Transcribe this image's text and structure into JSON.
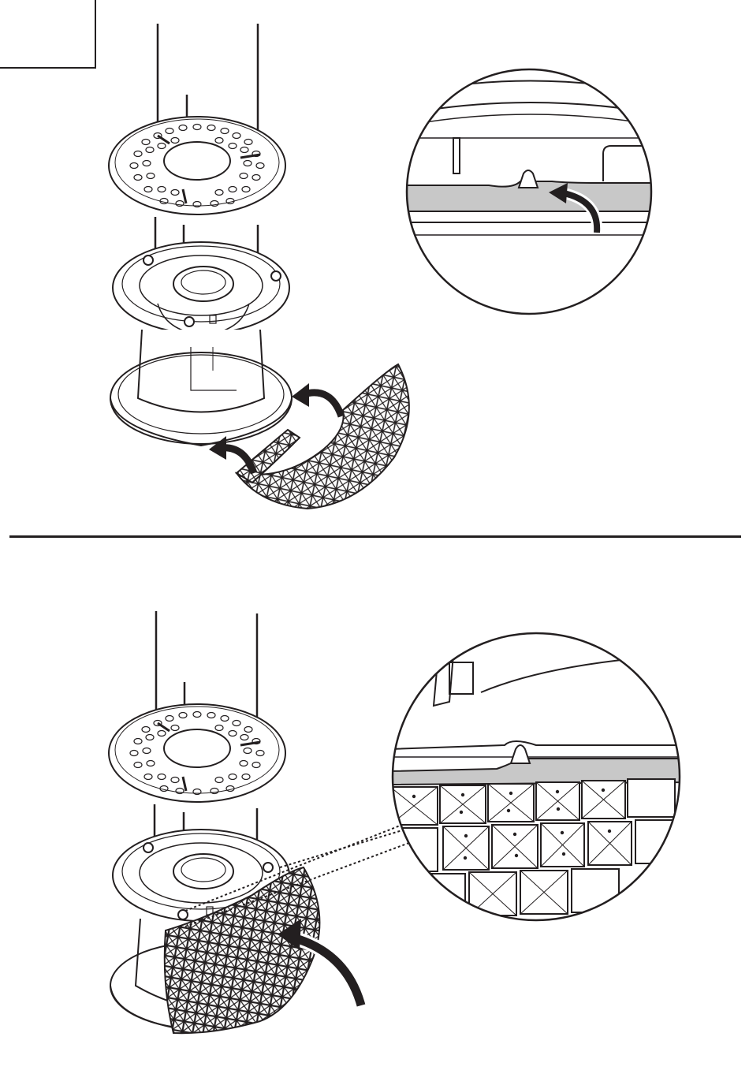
{
  "diagram": {
    "steps": [
      {
        "id": "step-1",
        "action": "attach-mesh-half-to-housing"
      },
      {
        "id": "step-2",
        "action": "mesh-fitted-around-housing"
      }
    ],
    "colors": {
      "ink": "#231f20",
      "gasket": "#c8c8c8",
      "mesh_dark": "#2a2a2a",
      "background": "#ffffff"
    },
    "icons": [
      "curved-arrow-icon",
      "magnifier-callout-icon"
    ]
  }
}
